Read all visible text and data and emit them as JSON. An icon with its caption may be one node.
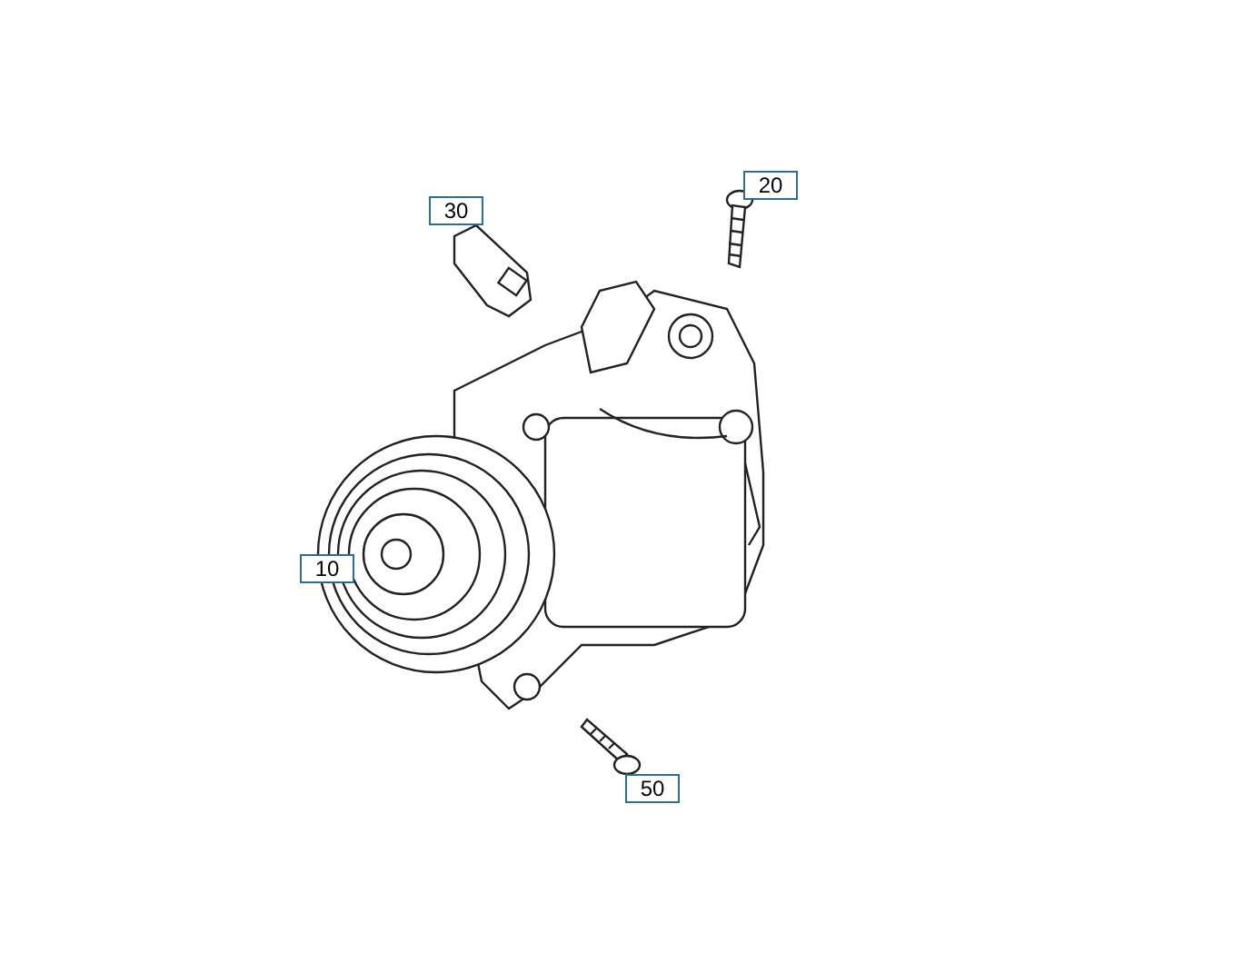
{
  "diagram": {
    "labels": [
      "30",
      "20",
      "10",
      "50"
    ]
  }
}
